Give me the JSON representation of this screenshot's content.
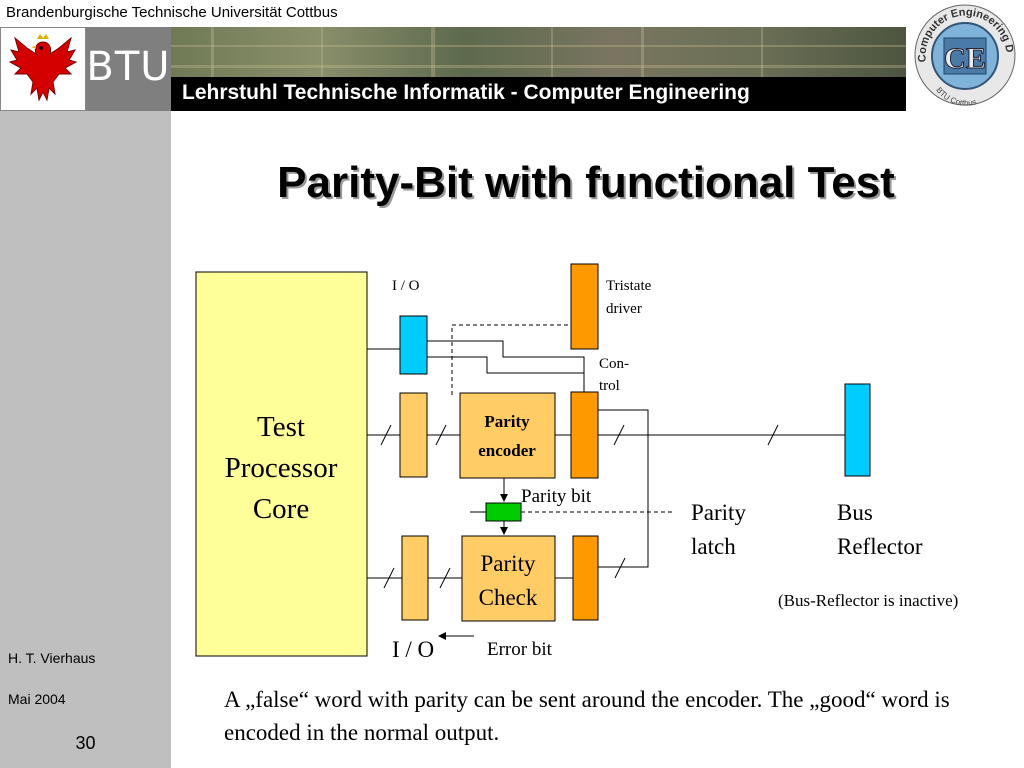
{
  "header": {
    "university": "Brandenburgische Technische Universität Cottbus",
    "btu_logo": "BTU",
    "chair": "Lehrstuhl Technische Informatik - Computer Engineering",
    "ce_logo_text": "Computer Engineering Dept.",
    "ce_logo_bottom": "BTU Cottbus",
    "ce_logo_mark": "CE"
  },
  "slide": {
    "title": "Parity-Bit with functional Test",
    "caption": "A „false“ word with parity can be sent around the encoder. The „good“ word is encoded in the normal output."
  },
  "diagram": {
    "processor": [
      "Test",
      "Processor",
      "Core"
    ],
    "io_top": "I / O",
    "tristate": [
      "Tristate",
      "driver"
    ],
    "control": [
      "Con-",
      "trol"
    ],
    "encoder": [
      "Parity",
      "encoder"
    ],
    "parity_bit": "Parity bit",
    "parity_latch": [
      "Parity",
      "latch"
    ],
    "bus_reflector": [
      "Bus",
      "Reflector"
    ],
    "reflector_note": "(Bus-Reflector is inactive)",
    "check": [
      "Parity",
      "Check"
    ],
    "io_bottom": "I / O",
    "error_bit": "Error bit"
  },
  "footer": {
    "author": "H. T. Vierhaus",
    "date": "Mai 2004",
    "page": "30"
  },
  "colors": {
    "processor_fill": "#ffff99",
    "register_fill": "#ffcc66",
    "driver_fill": "#ff9900",
    "io_fill": "#00ccff",
    "latch_fill": "#00cc00",
    "sidebar": "#bfbfbf"
  }
}
